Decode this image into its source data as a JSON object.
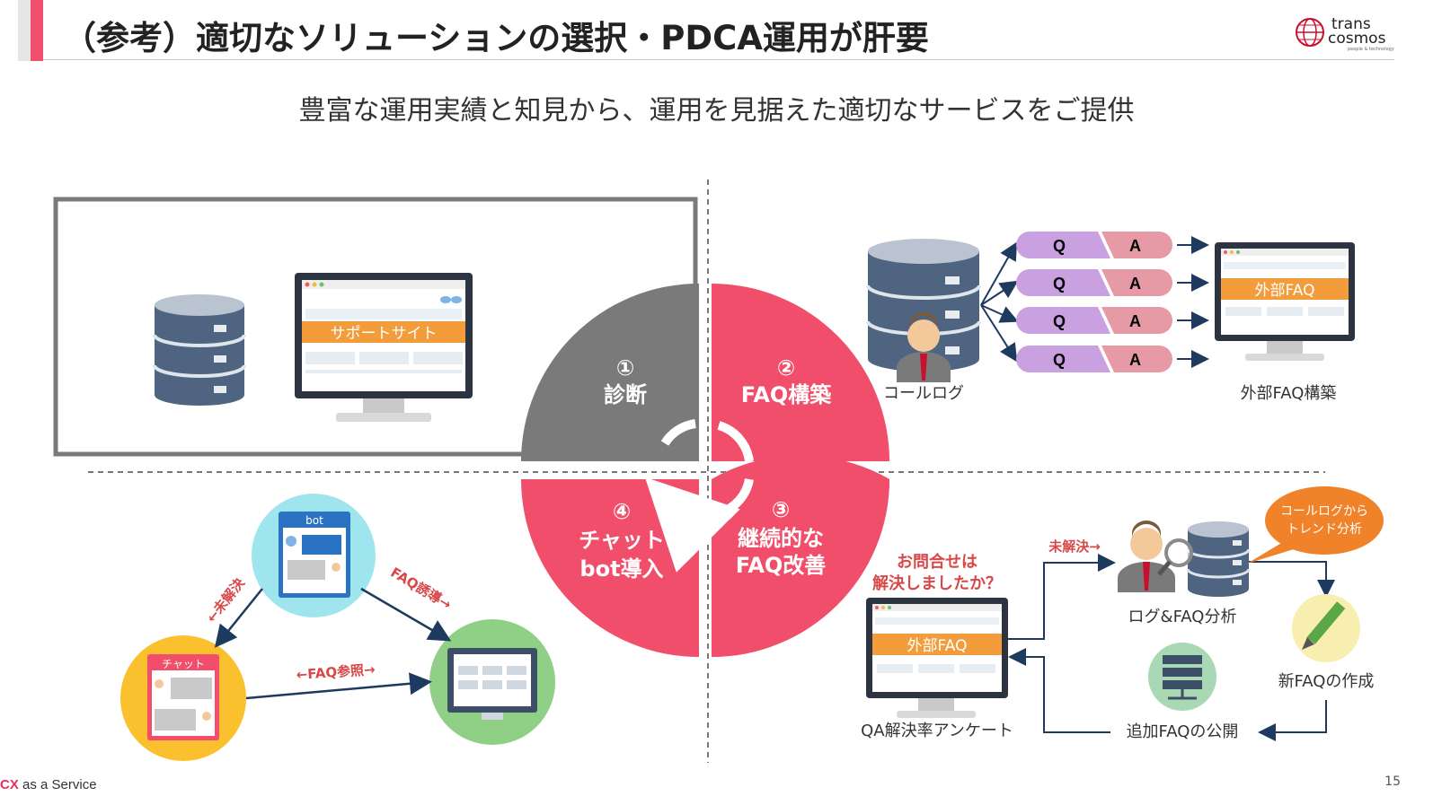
{
  "header": {
    "title": "（参考）適切なソリューションの選択・PDCA運用が肝要",
    "subtitle": "豊富な運用実績と知見から、運用を見据えた適切なサービスをご提供",
    "logo_line1": "trans",
    "logo_line2": "cosmos",
    "logo_tagline": "people & technology"
  },
  "cycle": {
    "step1_num": "①",
    "step1_label": "診断",
    "step2_num": "②",
    "step2_label": "FAQ構築",
    "step3_num": "③",
    "step3_label_1": "継続的な",
    "step3_label_2": "FAQ改善",
    "step4_num": "④",
    "step4_label_1": "チャット",
    "step4_label_2": "bot導入"
  },
  "quadrant1": {
    "screen_label": "サポートサイト"
  },
  "quadrant2": {
    "q_label": "Q",
    "a_label": "A",
    "calllog_label": "コールログ",
    "screen_label": "外部FAQ",
    "build_label": "外部FAQ構築"
  },
  "quadrant3": {
    "question_1": "お問合せは",
    "question_2": "解決しましたか？",
    "screen_label": "外部FAQ",
    "survey_label": "QA解決率アンケート",
    "unresolved_label": "未解決→",
    "bubble_1": "コールログから",
    "bubble_2": "トレンド分析",
    "analysis_label": "ログ&FAQ分析",
    "create_label": "新FAQの作成",
    "publish_label": "追加FAQの公開"
  },
  "quadrant4": {
    "bot_label": "bot",
    "chat_label": "チャット",
    "unresolved_label": "←未解決",
    "guide_label": "FAQ誘導→",
    "ref_label": "←FAQ参照→"
  },
  "footer": {
    "brand_cx": "CX",
    "brand_rest": " as a Service",
    "page_number": "15"
  },
  "colors": {
    "accent_red": "#f04e6a",
    "gray": "#7a7a7a",
    "orange": "#f39c3c",
    "db_dark": "#3d4f66",
    "q_purple": "#c9a0e0",
    "a_pink": "#e59aa6"
  }
}
